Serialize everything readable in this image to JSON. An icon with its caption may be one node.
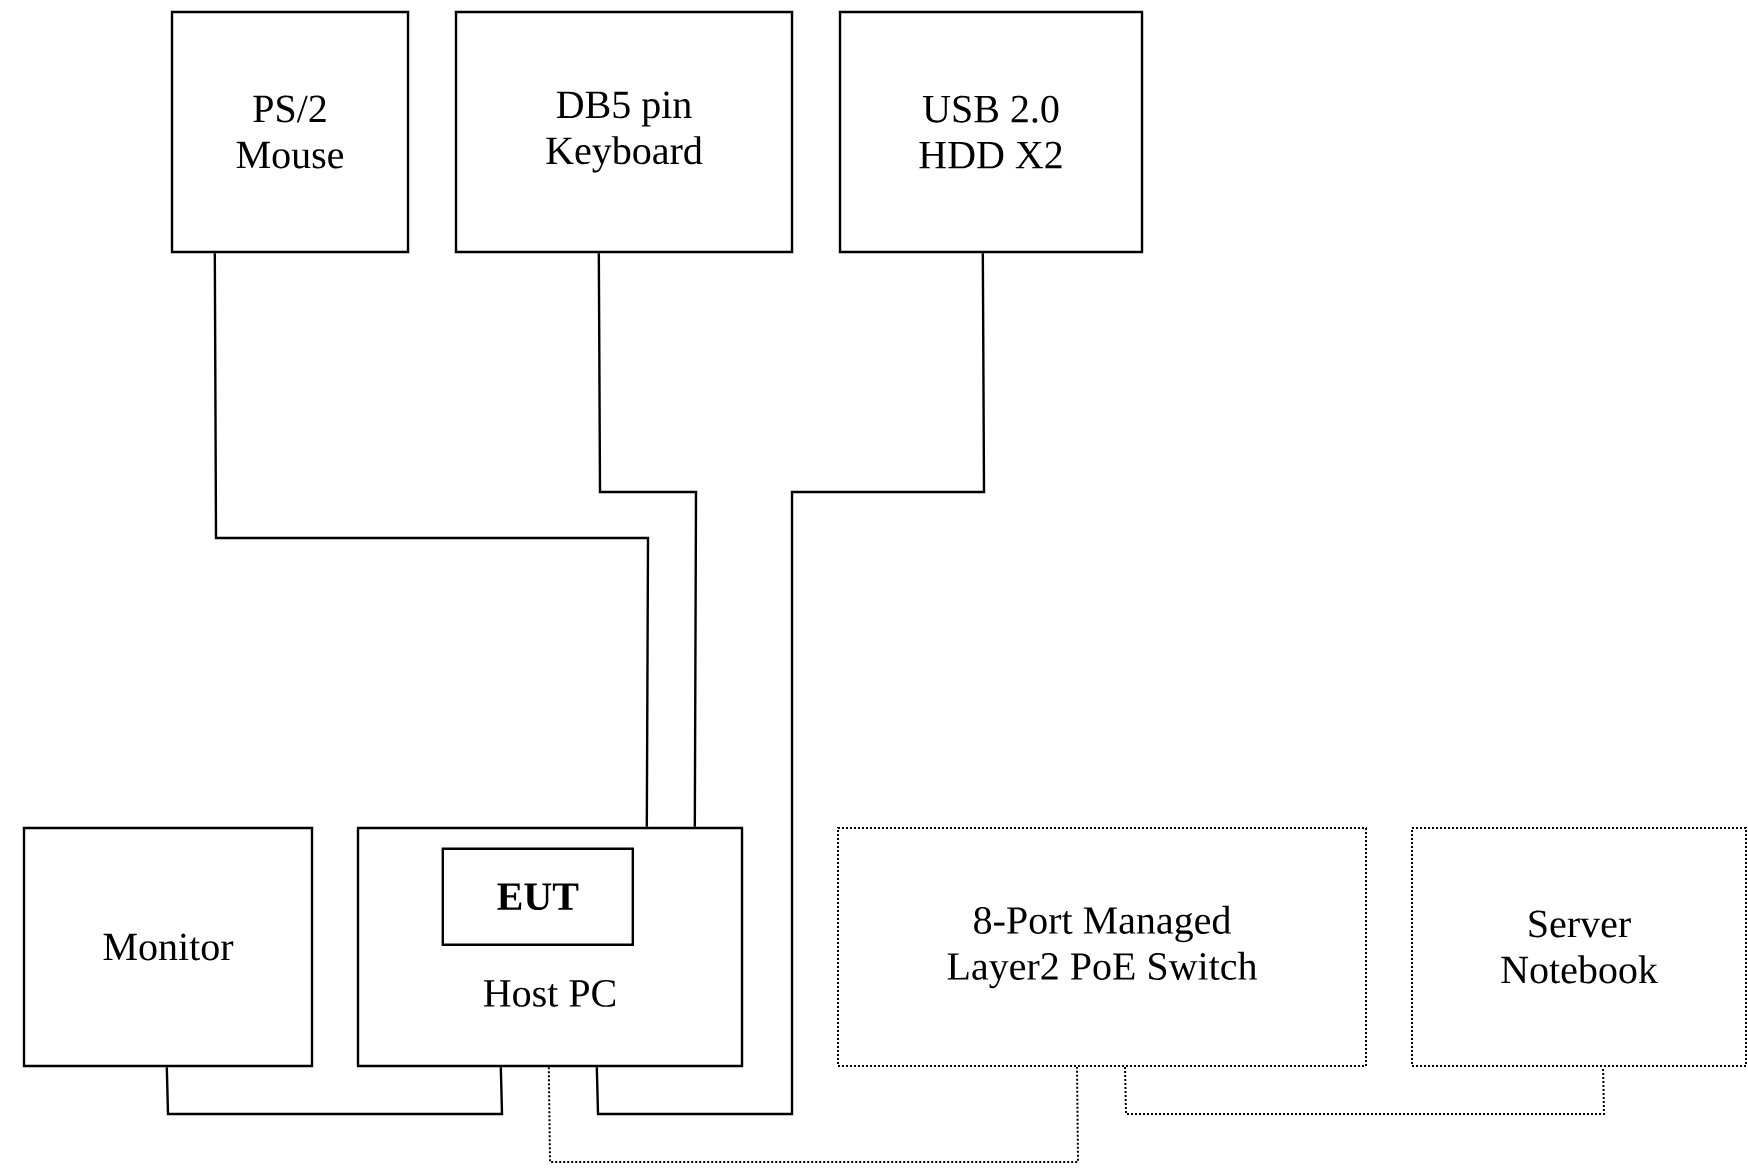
{
  "diagram": {
    "nodes": [
      {
        "text": [
          "PS/2 Mouse"
        ]
      },
      {
        "text": [
          "DB5 pin Keyboard"
        ]
      },
      {
        "text": [
          "USB 2.0 HDD X2"
        ]
      },
      {
        "text": [
          "Monitor"
        ]
      },
      {
        "text": [
          "Host PC"
        ]
      },
      {
        "text": [
          "EUT"
        ],
        "in": 4
      },
      {
        "text": [
          "8-Port Managed Layer2 PoE Switch"
        ]
      },
      {
        "text": [
          "Server Notebook"
        ]
      }
    ],
    "edges": [
      {
        "from": 0,
        "to": 4,
        "arrow": "none"
      },
      {
        "from": 1,
        "to": 4,
        "arrow": "none"
      },
      {
        "from": 2,
        "to": 4,
        "arrow": "none"
      },
      {
        "from": 3,
        "to": 4,
        "arrow": "none"
      },
      {
        "from": 4,
        "to": 6,
        "arrow": "none",
        "style": "dashed"
      },
      {
        "from": 6,
        "to": 7,
        "arrow": "none",
        "style": "dashed"
      }
    ]
  }
}
